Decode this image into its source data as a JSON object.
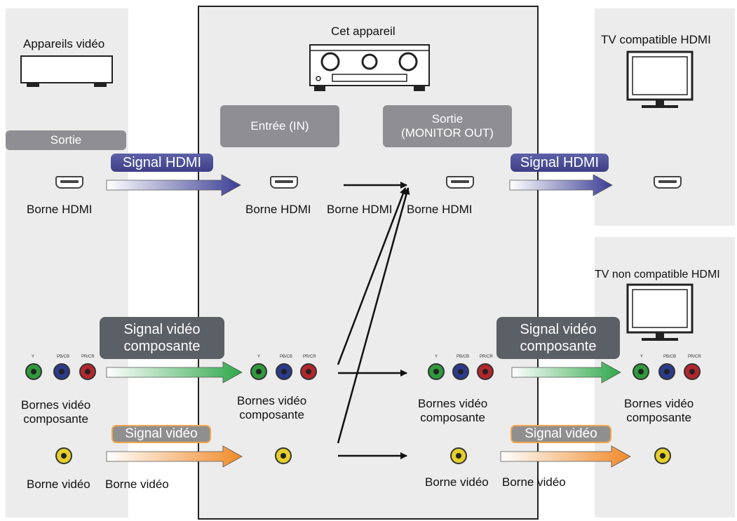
{
  "left": {
    "title": "Appareils vidéo",
    "sortie_label": "Sortie",
    "hdmi_terminal": "Borne HDMI",
    "component_terminal": "Bornes vidéo\ncomposante",
    "video_terminal": "Borne vidéo"
  },
  "center": {
    "title": "Cet appareil",
    "input_label": "Entrée (IN)",
    "output_label": "Sortie\n(MONITOR OUT)",
    "hdmi_in_terminal": "Borne HDMI",
    "hdmi_mid_terminal": "Borne HDMI",
    "hdmi_out_terminal": "Borne HDMI",
    "video_in_terminal": "Borne vidéo",
    "component_in_terminal": "Bornes vidéo\ncomposante",
    "component_out_terminal": "Bornes vidéo\ncomposante",
    "video_out_terminal": "Borne vidéo"
  },
  "right": {
    "tv_hdmi_title": "TV compatible HDMI",
    "tv_non_hdmi_title": "TV non compatible HDMI",
    "component_terminal": "Bornes vidéo\ncomposante",
    "video_terminal": "Borne vidéo"
  },
  "signals": {
    "hdmi": "Signal HDMI",
    "component": "Signal vidéo\ncomposante",
    "video": "Signal vidéo"
  },
  "rca_labels": {
    "y": "Y",
    "pb": "PB/CB",
    "pr": "PR/CR"
  },
  "colors": {
    "hdmi_arrow": "#3c3f96",
    "component_arrow": "#2fa84a",
    "video_arrow": "#f08a2a",
    "panel_bg": "#ececec"
  }
}
